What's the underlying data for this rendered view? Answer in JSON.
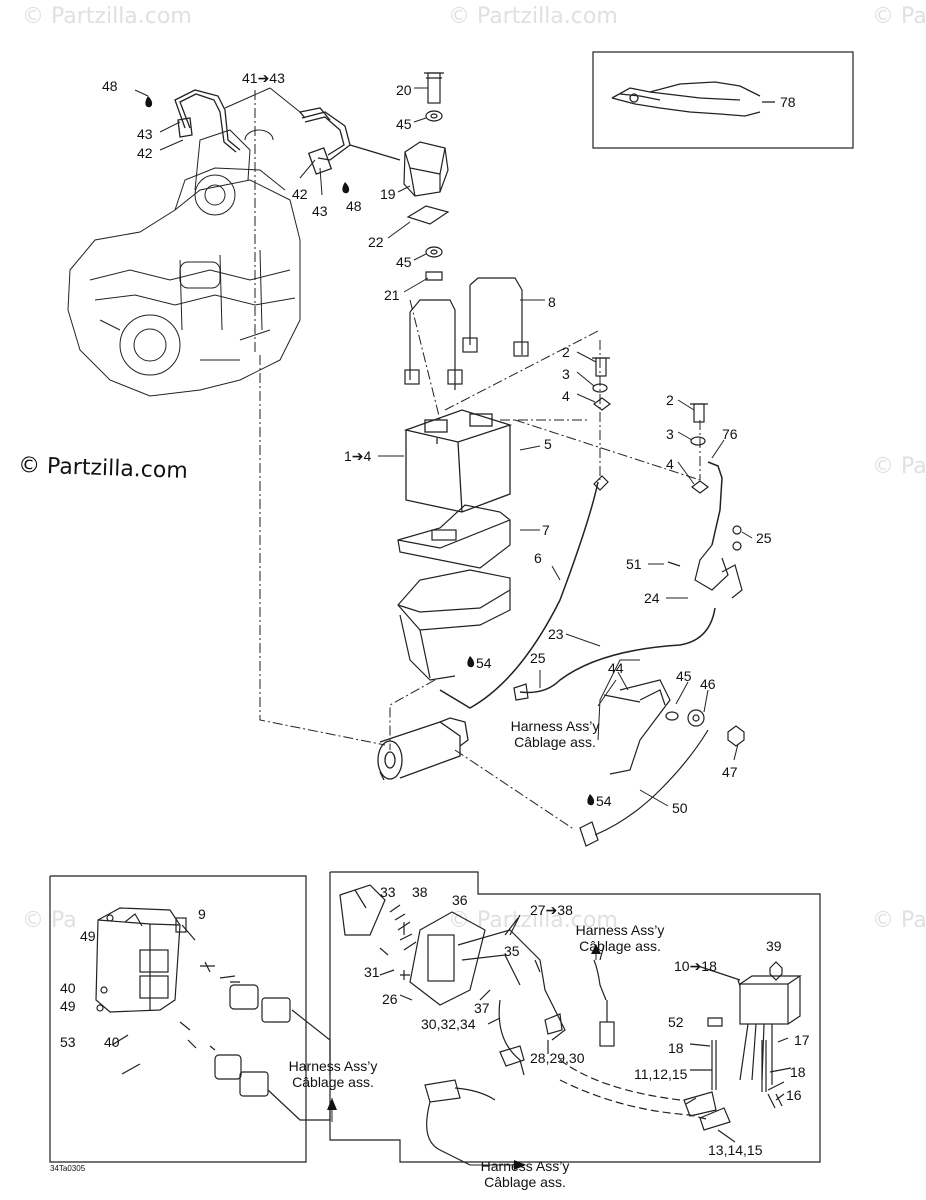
{
  "watermarks": {
    "top_left": "© Partzilla.com",
    "top_center": "© Partzilla.com",
    "top_right": "© Pa",
    "mid_right": "© Pa",
    "bottom_left": "© Pa",
    "bottom_center": "© Partzilla.com",
    "bottom_right": "© Pa",
    "main": "© Partzilla.com"
  },
  "callouts": {
    "c48a": "48",
    "c41_43": "41➔43",
    "c43a": "43",
    "c42a": "42",
    "c42b": "42",
    "c43b": "43",
    "c48b": "48",
    "c20": "20",
    "c45a": "45",
    "c19": "19",
    "c22": "22",
    "c45b": "45",
    "c21": "21",
    "c78": "78",
    "c8": "8",
    "c2a": "2",
    "c3a": "3",
    "c4a": "4",
    "c2b": "2",
    "c3b": "3",
    "c4b": "4",
    "c76": "76",
    "c1_4": "1➔4",
    "c5": "5",
    "c7": "7",
    "c6": "6",
    "c25a": "25",
    "c51": "51",
    "c24": "24",
    "c23": "23",
    "c54a": "54",
    "c25b": "25",
    "c44": "44",
    "c45c": "45",
    "c46": "46",
    "c47": "47",
    "c54b": "54",
    "c50": "50",
    "c9": "9",
    "c49a": "49",
    "c40a": "40",
    "c49b": "49",
    "c53": "53",
    "c40b": "40",
    "c33": "33",
    "c38": "38",
    "c36": "36",
    "c27_38": "27➔38",
    "c35": "35",
    "c31": "31",
    "c26": "26",
    "c37": "37",
    "c30_32_34": "30,32,34",
    "c28_29_30": "28,29,30",
    "c39": "39",
    "c10_18": "10➔18",
    "c52": "52",
    "c18a": "18",
    "c17": "17",
    "c18b": "18",
    "c11_12_15": "11,12,15",
    "c16": "16",
    "c13_14_15": "13,14,15"
  },
  "harness_notes": {
    "center": {
      "line1": "Harness Ass’y",
      "line2": "Câblage ass."
    },
    "box_right_top": {
      "line1": "Harness Ass’y",
      "line2": "Câblage ass."
    },
    "box_left": {
      "line1": "Harness Ass’y",
      "line2": "Câblage ass."
    },
    "box_right_bottom": {
      "line1": "Harness Ass’y",
      "line2": "Câblage ass."
    }
  },
  "drawing_code": "34Ta0305"
}
